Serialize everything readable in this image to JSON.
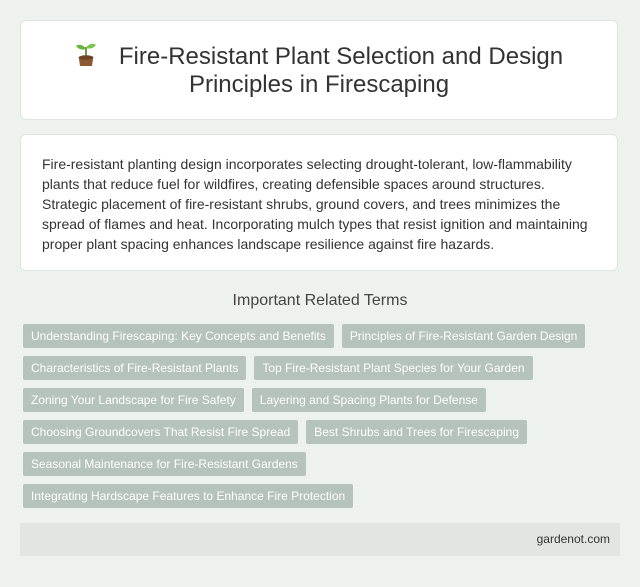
{
  "header": {
    "icon": "sprout-icon",
    "title": "Fire-Resistant Plant Selection and Design Principles in Firescaping"
  },
  "summary": {
    "text": "Fire-resistant planting design incorporates selecting drought-tolerant, low-flammability plants that reduce fuel for wildfires, creating defensible spaces around structures. Strategic placement of fire-resistant shrubs, ground covers, and trees minimizes the spread of flames and heat. Incorporating mulch types that resist ignition and maintaining proper plant spacing enhances landscape resilience against fire hazards."
  },
  "related": {
    "heading": "Important Related Terms",
    "terms": [
      "Understanding Firescaping: Key Concepts and Benefits",
      "Principles of Fire-Resistant Garden Design",
      "Characteristics of Fire-Resistant Plants",
      "Top Fire-Resistant Plant Species for Your Garden",
      "Zoning Your Landscape for Fire Safety",
      "Layering and Spacing Plants for Defense",
      "Choosing Groundcovers That Resist Fire Spread",
      "Best Shrubs and Trees for Firescaping",
      "Seasonal Maintenance for Fire-Resistant Gardens",
      "Integrating Hardscape Features to Enhance Fire Protection"
    ]
  },
  "footer": {
    "site": "gardenot.com"
  },
  "colors": {
    "background": "#edf2ef",
    "tag": "#b6c2bc",
    "footer": "#e1e6e2"
  }
}
